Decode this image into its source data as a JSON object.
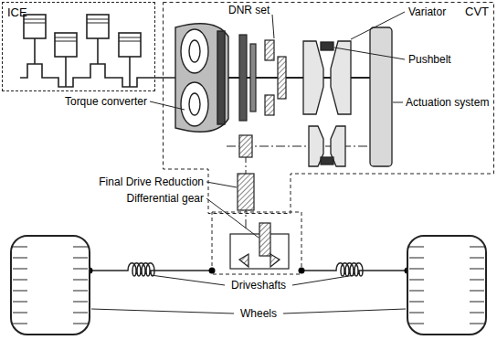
{
  "diagram": {
    "nodes": [
      {
        "text": [
          "ICE"
        ]
      },
      {
        "text": [
          "CVT"
        ]
      }
    ],
    "labels": [
      "DNR set",
      "Variator",
      "Pushbelt",
      "Torque converter",
      "Actuation system",
      "Final Drive Reduction",
      "Differential gear",
      "Driveshafts",
      "Wheels"
    ]
  }
}
